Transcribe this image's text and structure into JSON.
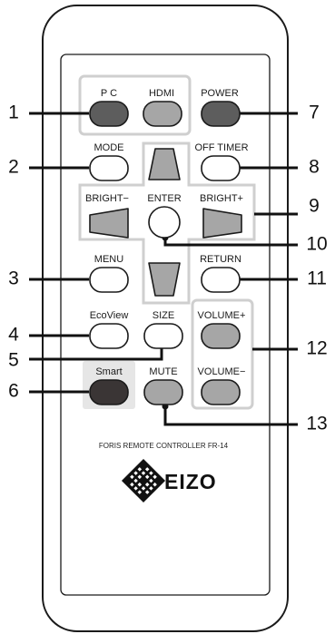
{
  "colors": {
    "body_outline": "#1a1a1a",
    "group_outline": "#cfcfcf",
    "dark_gray": "#5d5d5d",
    "light_gray": "#a6a6a6",
    "white_button": "#ffffff",
    "smart_button": "#3a3535",
    "smart_bg": "#e6e6e6"
  },
  "buttons": {
    "pc": "P C",
    "hdmi": "HDMI",
    "power": "POWER",
    "mode": "MODE",
    "off_timer": "OFF TIMER",
    "bright_minus": "BRIGHT−",
    "enter": "ENTER",
    "bright_plus": "BRIGHT+",
    "menu": "MENU",
    "return": "RETURN",
    "ecoview": "EcoView",
    "size": "SIZE",
    "volume_plus": "VOLUME+",
    "smart": "Smart",
    "mute": "MUTE",
    "volume_minus": "VOLUME−"
  },
  "callouts": {
    "c1": "1",
    "c2": "2",
    "c3": "3",
    "c4": "4",
    "c5": "5",
    "c6": "6",
    "c7": "7",
    "c8": "8",
    "c9": "9",
    "c10": "10",
    "c11": "11",
    "c12": "12",
    "c13": "13"
  },
  "model_label": "FORIS REMOTE CONTROLLER FR-14",
  "brand": "EIZO",
  "icons": {
    "logo": "eizo-checkered-diamond-icon"
  }
}
